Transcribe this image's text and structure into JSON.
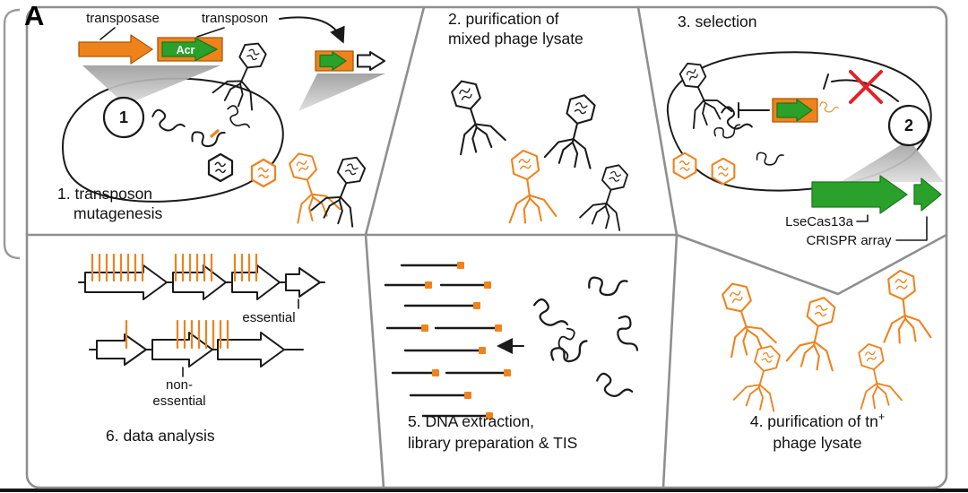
{
  "panel_label": "A",
  "colors": {
    "accent_orange": "#F0821C",
    "accent_green": "#2AA12A",
    "panel_border_gray": "#8F8F8F",
    "callout_gray": "#B5B5B5",
    "error_red": "#E02428",
    "ink_black": "#1A1A1A",
    "background": "#FFFFFF"
  },
  "icons": {
    "phage": "phage-icon (hexagonal capsid, tail, legs)",
    "capsid": "phage-capsid-icon (hexagon with DNA squiggle)",
    "dna": "dna-squiggle-icon",
    "callout": "magnification-callout-triangle",
    "blocked": "red-cross-icon",
    "curved_arrow": "curved-arrow-icon",
    "left_arrow": "left-arrow-icon"
  },
  "steps": {
    "step1": {
      "caption_line1": "1. transposon",
      "caption_line2": "mutagenesis",
      "transposase_label": "transposase",
      "transposon_label": "transposon",
      "acr_label": "Acr",
      "badge": "1"
    },
    "step2": {
      "caption_line1": "2. purification of",
      "caption_line2": "mixed phage lysate"
    },
    "step3": {
      "caption": "3. selection",
      "badge": "2",
      "cas_label": "LseCas13a",
      "crispr_label": "CRISPR array"
    },
    "step4": {
      "caption_line1_main": "4. purification of tn",
      "caption_line1_sup": "+",
      "caption_line2": "phage lysate"
    },
    "step5": {
      "caption_line1": "5. DNA extraction,",
      "caption_line2": "library preparation & TIS"
    },
    "step6": {
      "caption": "6. data analysis",
      "essential_label": "essential",
      "non_essential_line1": "non-",
      "non_essential_line2": "essential"
    }
  }
}
